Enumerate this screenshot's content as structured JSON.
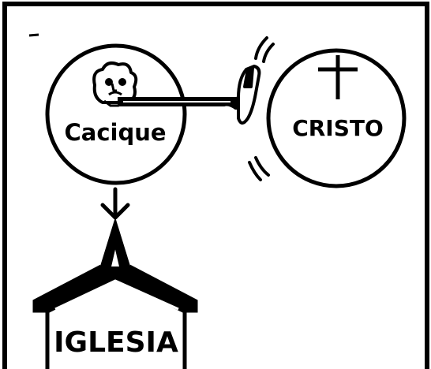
{
  "diagram": {
    "nodes": {
      "cacique": {
        "label": "Cacique",
        "icon": "chief-face-icon"
      },
      "cristo": {
        "label": "CRISTO",
        "icon": "cross-icon"
      },
      "iglesia": {
        "label": "IGLESIA",
        "icon": "church-building-icon"
      }
    },
    "edges": [
      {
        "from": "cacique",
        "to": "iglesia",
        "type": "arrow-down"
      },
      {
        "from": "cacique",
        "to": "cristo",
        "type": "blocking-arm-hand"
      }
    ],
    "colors": {
      "ink": "#000000",
      "paper": "#ffffff"
    }
  }
}
